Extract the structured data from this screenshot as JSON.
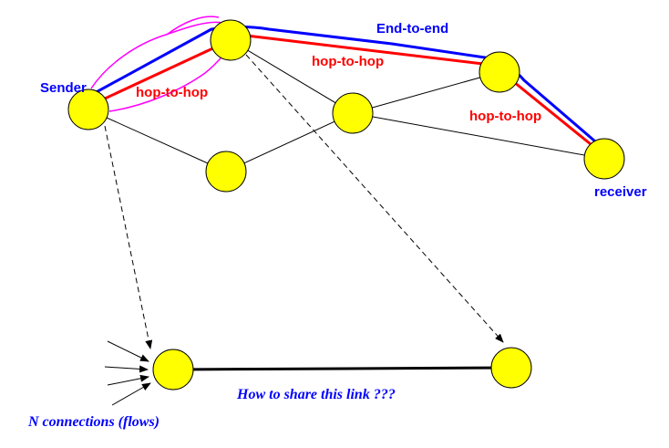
{
  "labels": {
    "sender": "Sender",
    "receiver": "receiver",
    "end_to_end": "End-to-end",
    "hop1": "hop-to-hop",
    "hop2": "hop-to-hop",
    "hop3": "hop-to-hop",
    "share_question": "How to share this link ???",
    "connections": "N connections (flows)"
  },
  "colors": {
    "node_fill": "#ffff00",
    "node_stroke": "#000000",
    "end_to_end_path": "#0000ff",
    "hop_path": "#ff0000",
    "sender_arcs": "#ff00ff",
    "label_blue": "#0000ff",
    "label_red": "#ff0000"
  }
}
